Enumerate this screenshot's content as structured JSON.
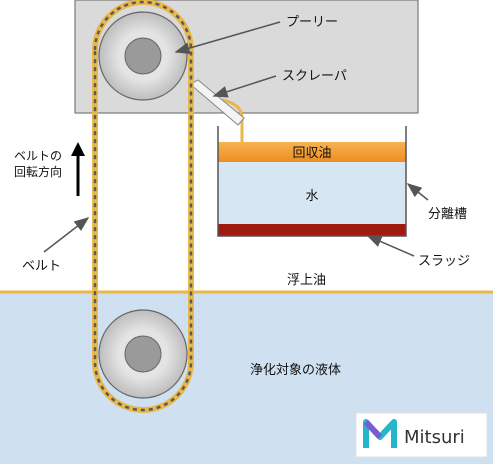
{
  "labels": {
    "pulley": "プーリー",
    "scraper": "スクレーパ",
    "belt_direction_line1": "ベルトの",
    "belt_direction_line2": "回転方向",
    "belt": "ベルト",
    "recovered_oil": "回収油",
    "water": "水",
    "separation_tank": "分離槽",
    "sludge": "スラッジ",
    "floating_oil": "浮上油",
    "target_liquid": "浄化対象の液体"
  },
  "logo": {
    "text": "Mitsuri"
  },
  "colors": {
    "liquid": "#cfe0f0",
    "belt": "#e8b84a",
    "oil_layer": "#f2a23a",
    "sludge": "#a01a10",
    "housing": "#dadada"
  }
}
